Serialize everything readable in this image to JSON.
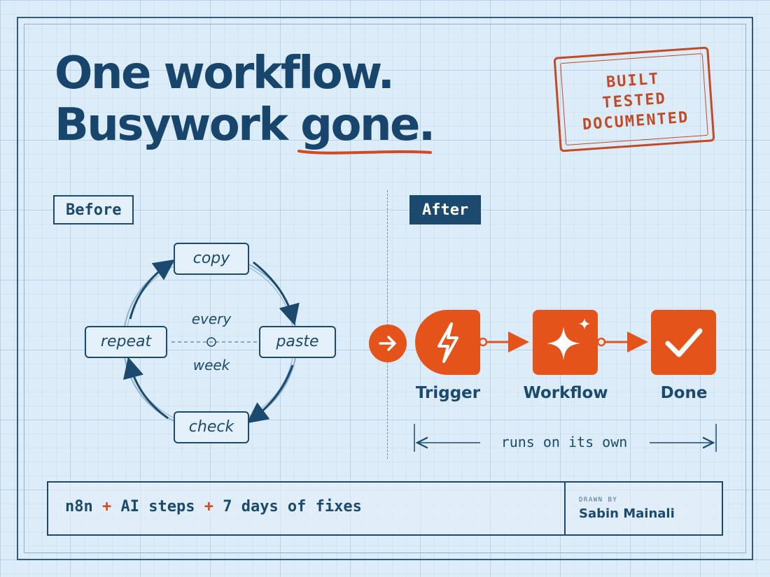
{
  "headline": {
    "line1": "One workflow.",
    "line2_prefix": "Busywork ",
    "line2_emphasis": "gone."
  },
  "stamp": {
    "lines": [
      "BUILT",
      "TESTED",
      "DOCUMENTED"
    ]
  },
  "before": {
    "tag": "Before",
    "steps": [
      "copy",
      "paste",
      "check",
      "repeat"
    ],
    "center_top": "every",
    "center_bottom": "week"
  },
  "after": {
    "tag": "After",
    "nodes": [
      {
        "label": "Trigger",
        "icon": "lightning-icon"
      },
      {
        "label": "Workflow",
        "icon": "sparkle-icon"
      },
      {
        "label": "Done",
        "icon": "checkmark-icon"
      }
    ],
    "start_icon": "arrow-right-icon",
    "span_caption": "runs on its own"
  },
  "footer": {
    "formula": [
      "n8n",
      "+",
      "AI steps",
      "+",
      "7 days of fixes"
    ],
    "credit_label": "DRAWN BY",
    "credit_name": "Sabin Mainali"
  },
  "colors": {
    "navy": "#1c4a6e",
    "accent_orange": "#e4541a",
    "stamp_red": "#c24a25",
    "background": "#dcecf8"
  }
}
